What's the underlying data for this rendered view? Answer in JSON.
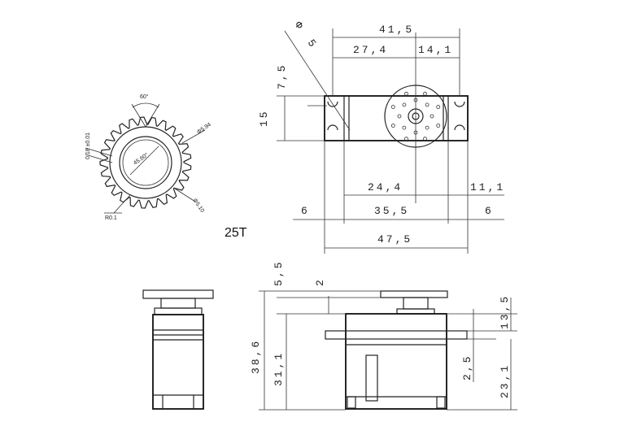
{
  "gear": {
    "angle": "60°",
    "tolerance": "0.18 ±0.01",
    "outer_dia": "Φ5.94",
    "inner_dia": "45.60°",
    "root_dia": "Φ5.10",
    "radius": "R0.1",
    "teeth": "25T"
  },
  "top_view": {
    "phi": "Φ",
    "hole": "5",
    "overall_width": "41,5",
    "left_segment": "27,4",
    "right_segment": "14,1",
    "offset": "7,5",
    "height": "15",
    "inner_left": "24,4",
    "inner_right": "11,1",
    "tab_left": "6",
    "tab_right": "6",
    "body_width": "35,5",
    "total_width": "47,5"
  },
  "side_view": {
    "horn_thick": "5,5",
    "gap": "2",
    "total_height": "38,6",
    "body_height": "31,1",
    "top_height": "13,5",
    "tab_thick": "2,5",
    "lower_height": "23,1"
  }
}
